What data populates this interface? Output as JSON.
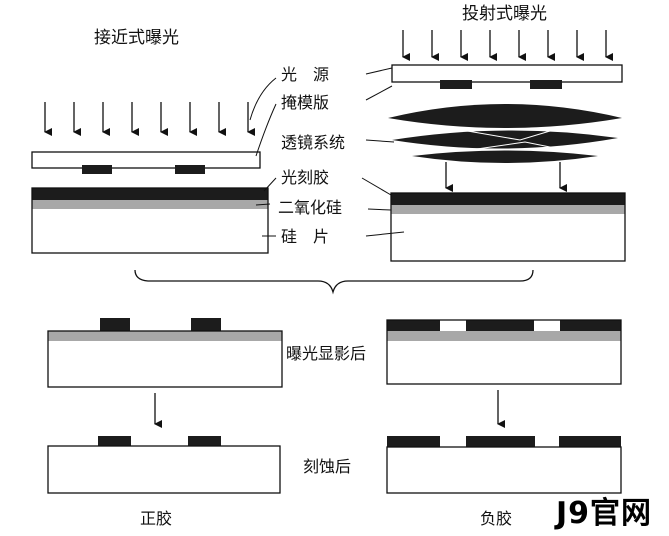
{
  "titles": {
    "proximity": "接近式曝光",
    "projection": "投射式曝光"
  },
  "layer_labels": {
    "light_source": "光　源",
    "mask": "掩模版",
    "lens_system": "透镜系统",
    "photoresist": "光刻胶",
    "silicon_dioxide": "二氧化硅",
    "silicon_wafer": "硅　片"
  },
  "step_labels": {
    "after_develop": "曝光显影后",
    "after_etch": "刻蚀后"
  },
  "result_labels": {
    "positive": "正胶",
    "negative": "负胶"
  },
  "watermark": "J9官网",
  "colors": {
    "photoresist": "#1c1c1c",
    "silicon_dioxide": "#a8a8a8",
    "silicon": "#ffffff",
    "line": "#111111"
  }
}
